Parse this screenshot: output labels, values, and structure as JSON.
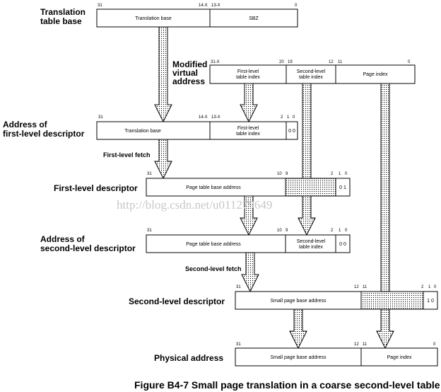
{
  "translation_table_base": {
    "label": [
      "Translation",
      "table base"
    ],
    "bit_31": "31",
    "bit_14x": "14-X",
    "bit_13x": "13-X",
    "bit_0": "0",
    "field_base": "Translation base",
    "field_sbz": "SBZ"
  },
  "modified_va": {
    "label": [
      "Modified",
      "virtual",
      "address"
    ],
    "bit_31x": "31-X",
    "bit_20": "20",
    "bit_19": "19",
    "bit_12": "12",
    "bit_11": "11",
    "bit_0": "0",
    "field_first": [
      "First-level",
      "table index"
    ],
    "field_second": [
      "Second-level",
      "table index"
    ],
    "field_page": "Page index"
  },
  "address_first": {
    "label": [
      "Address of",
      "first-level descriptor"
    ],
    "bit_31": "31",
    "bit_14x": "14-X",
    "bit_13x": "13-X",
    "bit_2": "2",
    "bit_1": "1",
    "bit_0": "0",
    "field_base": "Translation base",
    "field_index": [
      "First-level",
      "table index"
    ],
    "field_bits": "0 0"
  },
  "first_fetch": "First-level fetch",
  "first_desc": {
    "label": "First-level descriptor",
    "bit_31": "31",
    "bit_10": "10",
    "bit_9": "9",
    "bit_2": "2",
    "bit_1": "1",
    "bit_0": "0",
    "field_base": "Page table base address",
    "field_bits": "0 1"
  },
  "watermark": "http://blog.csdn.net/u011279649",
  "address_second": {
    "label": [
      "Address of",
      "second-level descriptor"
    ],
    "bit_31": "31",
    "bit_10": "10",
    "bit_9": "9",
    "bit_2": "2",
    "bit_1": "1",
    "bit_0": "0",
    "field_base": "Page table base address",
    "field_index": [
      "Second-level",
      "table index"
    ],
    "field_bits": "0 0"
  },
  "second_fetch": "Second-level fetch",
  "second_desc": {
    "label": "Second-level descriptor",
    "bit_31": "31",
    "bit_12": "12",
    "bit_11": "11",
    "bit_2": "2",
    "bit_1": "1",
    "bit_0": "0",
    "field_base": "Small page base address",
    "field_bits": "1 0"
  },
  "physical": {
    "label": "Physical address",
    "bit_31": "31",
    "bit_12": "12",
    "bit_11": "11",
    "bit_0": "0",
    "field_base": "Small page base address",
    "field_page": "Page index"
  },
  "caption": "Figure B4-7 Small page translation in a coarse second-level table"
}
